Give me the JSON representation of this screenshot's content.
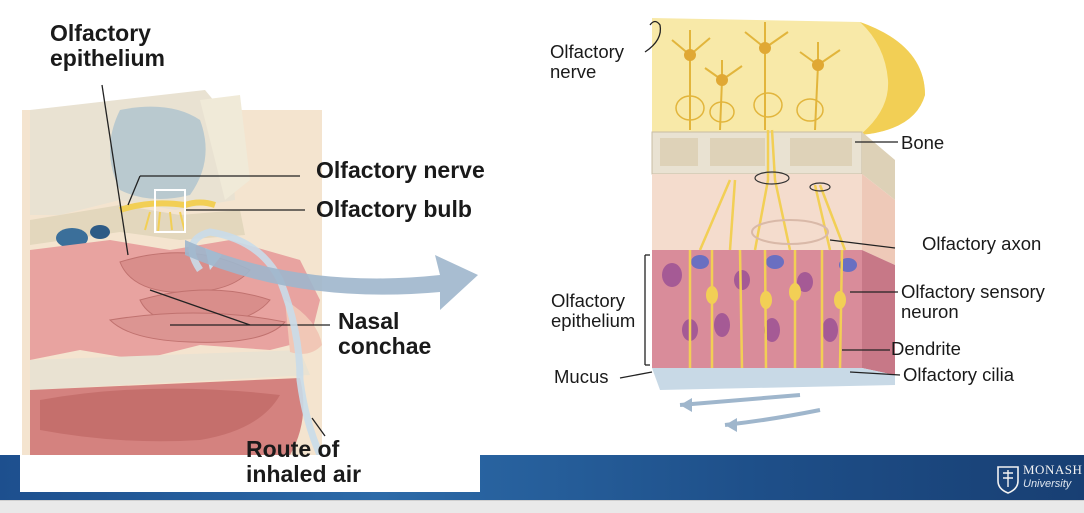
{
  "left_panel": {
    "labels": {
      "olfactory_epithelium": "Olfactory epithelium",
      "olfactory_nerve": "Olfactory nerve",
      "olfactory_bulb": "Olfactory bulb",
      "nasal_conchae": "Nasal conchae",
      "route_of_inhaled_air": "Route of inhaled air"
    }
  },
  "right_panel": {
    "labels": {
      "olfactory_nerve": "Olfactory nerve",
      "bone": "Bone",
      "olfactory_axon": "Olfactory axon",
      "olfactory_epithelium": "Olfactory epithelium",
      "olfactory_sensory_neuron": "Olfactory sensory neuron",
      "dendrite": "Dendrite",
      "mucus": "Mucus",
      "olfactory_cilia": "Olfactory cilia"
    }
  },
  "footer": {
    "logo_name": "MONASH",
    "logo_sub": "University",
    "logo_icon": "monash-crest-icon"
  },
  "colors": {
    "banner": "#1e4f89",
    "tissue_pink": "#e8a3a0",
    "nerve_yellow": "#f2cf55",
    "bone": "#e9e2d2",
    "arrow_blue": "#9fb6cc"
  }
}
